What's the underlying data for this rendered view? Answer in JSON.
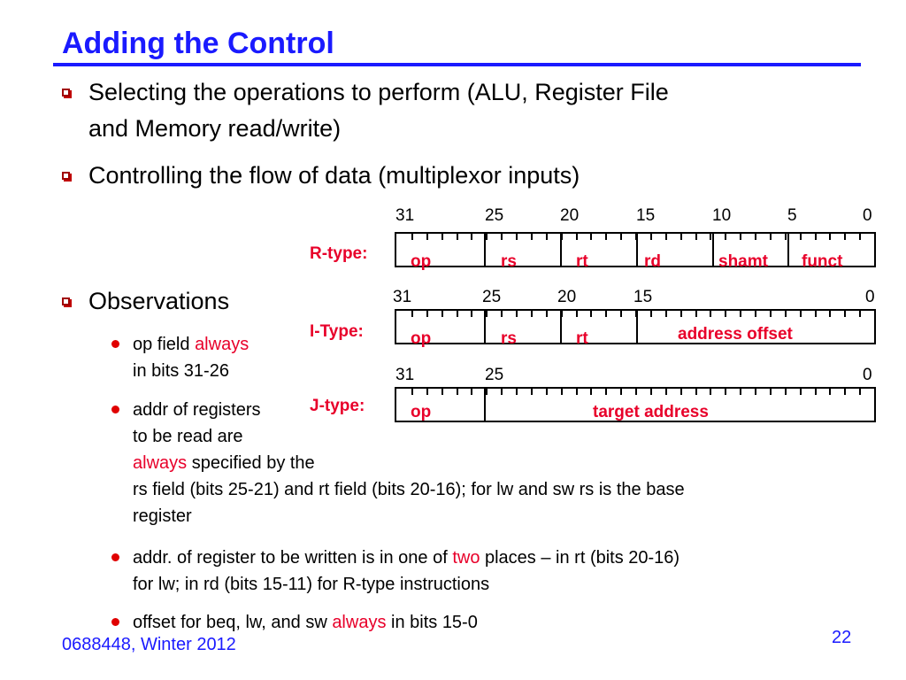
{
  "slide": {
    "title": "Adding the Control",
    "bullets": [
      "Selecting the operations to perform (ALU, Register File",
      "and Memory read/write)",
      "Controlling the flow of data (multiplexor inputs)"
    ],
    "observations": {
      "heading": "Observations",
      "b1_line1_a": "op field ",
      "b1_line1_red": "always",
      "b1_line2": "in bits 31-26",
      "b2_line1": "addr of registers",
      "b2_line2": "to be read are",
      "b2_line3_red": "always",
      "b2_line3_b": " specified by the",
      "b2_line4": "rs field (bits 25-21) and rt field (bits 20-16); for lw and sw rs is the base",
      "b2_line5": "register",
      "b3_line1_a": "addr. of register to be written is in one of ",
      "b3_line1_red": "two",
      "b3_line1_b": " places – in rt (bits 20-16)",
      "b3_line2": "for lw; in rd (bits 15-11) for R-type instructions",
      "b4_a": "offset for beq, lw, and sw ",
      "b4_red": "always",
      "b4_b": " in bits 15-0"
    },
    "footer": "0688448, Winter 2012",
    "page_number": "22"
  },
  "formats": {
    "r_type": {
      "label": "R-type:",
      "bit_labels": [
        "31",
        "25",
        "20",
        "15",
        "10",
        "5",
        "0"
      ],
      "fields": [
        "op",
        "rs",
        "rt",
        "rd",
        "shamt",
        "funct"
      ]
    },
    "i_type": {
      "label": "I-Type:",
      "bit_labels": [
        "31",
        "25",
        "20",
        "15",
        "0"
      ],
      "fields": [
        "op",
        "rs",
        "rt",
        "address offset"
      ]
    },
    "j_type": {
      "label": "J-type:",
      "bit_labels": [
        "31",
        "25",
        "0"
      ],
      "fields": [
        "op",
        "target address"
      ]
    }
  },
  "colors": {
    "title_blue": "#1a1aff",
    "accent_red": "#e8002a",
    "bullet_dark_red": "#a00000"
  }
}
